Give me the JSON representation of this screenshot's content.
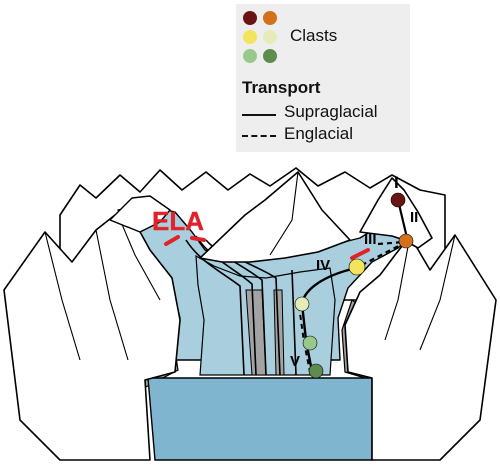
{
  "legend": {
    "clasts_label": "Clasts",
    "transport_title": "Transport",
    "supraglacial_label": "Supraglacial",
    "englacial_label": "Englacial"
  },
  "clast_colors": [
    "#6b1414",
    "#d2701c",
    "#f2e55c",
    "#e6ecb8",
    "#99c98a",
    "#5e8c4e"
  ],
  "ela_label": "ELA",
  "ela_color": "#e0232a",
  "stages": [
    "I",
    "II",
    "III",
    "IV",
    "V"
  ],
  "colors": {
    "ice": "#a9cfdf",
    "lake": "#7fb5cf",
    "moraine": "#a3a3a3",
    "rock_dark": "#8e8e8e",
    "line": "#000000"
  }
}
